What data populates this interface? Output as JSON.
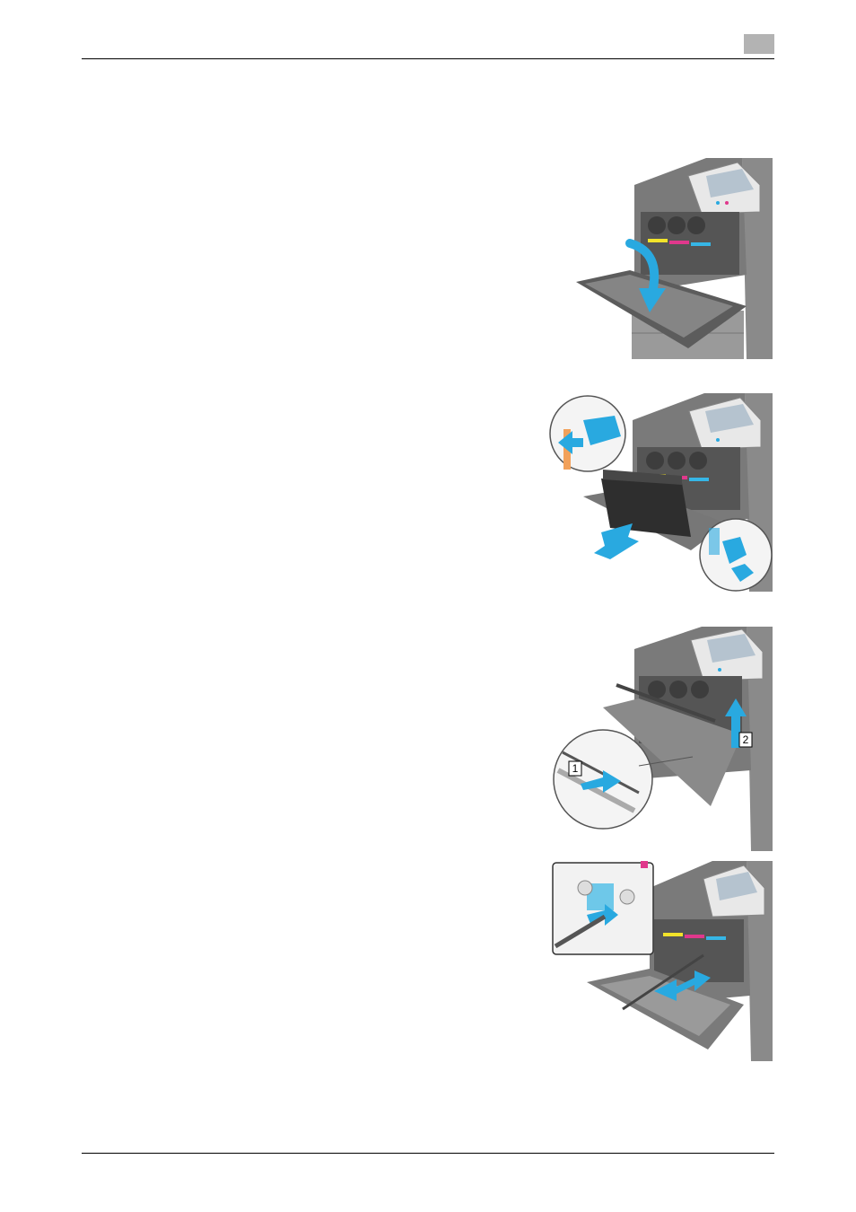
{
  "header": {
    "page_tab_text": ""
  },
  "steps": [
    {
      "illustration": "front-door-opening",
      "callouts": []
    },
    {
      "illustration": "waste-toner-box-removal",
      "callouts": []
    },
    {
      "illustration": "cleaning-rod-removal",
      "callouts": [
        "1",
        "2"
      ]
    },
    {
      "illustration": "print-head-cleaning",
      "callouts": []
    }
  ],
  "colors": {
    "accent_blue": "#29a9e0",
    "toner_yellow": "#f2e32a",
    "toner_magenta": "#e0388c",
    "toner_cyan": "#36b6e6",
    "machine_gray": "#6f6f6f"
  }
}
